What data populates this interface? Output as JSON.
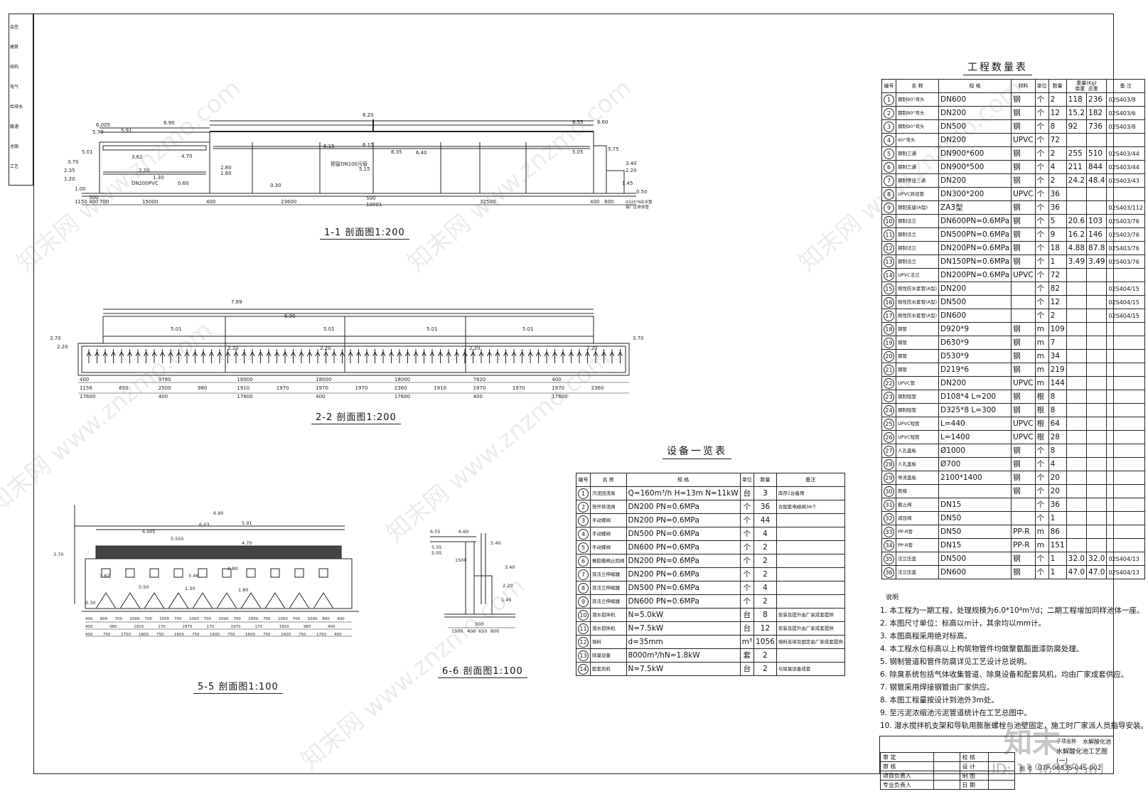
{
  "watermarks": [
    "知末网 www.znzmo.com",
    "知末网 www.znzmo.com",
    "知末网 www.znzmo.com",
    "知末网 www.znzmo.com",
    "知末网 www.znzmo.com",
    "知末网 www.znzmo.com"
  ],
  "brand": {
    "logo": "知末",
    "id_text": "ID: 1196395561"
  },
  "sections": {
    "s11": {
      "label": "1-1 剖面图1:200",
      "elev": [
        "6.20",
        "6.005",
        "5.79",
        "5.91",
        "6.90",
        "6.55",
        "6.60",
        "5.01",
        "4.70",
        "3.62",
        "2.80",
        "2.20",
        "1.80",
        "1.30",
        "0.60",
        "0.30",
        "0.50",
        "5.75",
        "5.05",
        "3.40",
        "2.20",
        "1.45",
        "3.70",
        "2.35",
        "1.20",
        "1.00",
        "6.15",
        "6.35",
        "6.40",
        "6.15",
        "5.15"
      ],
      "dims": [
        "15000",
        "400",
        "23600",
        "500",
        "10001",
        "32500",
        "400",
        "800",
        "1150",
        "400",
        "700",
        "300"
      ],
      "notes": [
        "预留DN100污管",
        "DN200PVC",
        "D325*8出水管",
        "接厂区排放管"
      ]
    },
    "s22": {
      "label": "2-2 剖面图1:200",
      "elev": [
        "7.89",
        "6.90",
        "5.01",
        "5.01",
        "5.01",
        "5.01",
        "2.20",
        "2.20",
        "2.20",
        "2.20",
        "3.70",
        "3.70",
        "2.20"
      ],
      "dims_top": [
        "400",
        "9780",
        "18000",
        "18000",
        "18000",
        "7820",
        "400"
      ],
      "dims_mid": [
        "1156",
        "650",
        "2500",
        "980",
        "1910",
        "1970",
        "1970",
        "1970",
        "2360",
        "1910",
        "1970",
        "1970",
        "1970",
        "2360"
      ],
      "dims_bot": [
        "17600",
        "400",
        "17600",
        "400",
        "17600",
        "400",
        "17600"
      ]
    },
    "s55": {
      "label": "5-5 剖面图1:100",
      "elev": [
        "6.90",
        "6.03",
        "6.005",
        "5.91",
        "5.555",
        "4.70",
        "3.46",
        "2.80",
        "1.80",
        "1.30",
        "0.50",
        "0.30",
        "3.70",
        "3.62"
      ],
      "dims1": [
        "400",
        "800",
        "700",
        "1000",
        "700",
        "1000",
        "700",
        "1000",
        "700",
        "1000",
        "700",
        "1000",
        "700",
        "1000",
        "700",
        "1000",
        "800",
        "400"
      ],
      "dims2": [
        "400",
        "980",
        "1910",
        "170",
        "1970",
        "170",
        "1970",
        "170",
        "1910",
        "980",
        "400"
      ],
      "dims3": [
        "400",
        "750",
        "1750",
        "1600",
        "750",
        "1600",
        "750",
        "1600",
        "750",
        "1600",
        "750",
        "1600",
        "750",
        "1750",
        "400"
      ]
    },
    "s66": {
      "label": "6-6 剖面图1:100",
      "elev": [
        "6.55",
        "6.60",
        "5.55",
        "5.05",
        "5.40",
        "3.40",
        "2.20",
        "1.45",
        "1500"
      ],
      "dims": [
        "1500",
        "400",
        "650",
        "800",
        "300"
      ]
    }
  },
  "equipment": {
    "title": "设备一览表",
    "headers": [
      "编号",
      "名 称",
      "规 格",
      "单位",
      "数量",
      "备注"
    ],
    "rows": [
      [
        "1",
        "污泥回流泵",
        "Q=160m³/h  H=13m  N=11kW",
        "台",
        "3",
        "库存1台备用"
      ],
      [
        "2",
        "快开排泥阀",
        "DN200 PN=0.6MPa",
        "个",
        "36",
        "含配套电磁阀36个"
      ],
      [
        "3",
        "手动蝶阀",
        "DN200 PN=0.6MPa",
        "个",
        "44",
        ""
      ],
      [
        "4",
        "手动蝶阀",
        "DN500 PN=0.6MPa",
        "个",
        "4",
        ""
      ],
      [
        "5",
        "手动蝶阀",
        "DN600 PN=0.6MPa",
        "个",
        "2",
        ""
      ],
      [
        "6",
        "橡胶瓣闸止回阀",
        "DN200 PN=0.6MPa",
        "个",
        "2",
        ""
      ],
      [
        "7",
        "双法兰伸缩器",
        "DN200 PN=0.6MPa",
        "个",
        "2",
        ""
      ],
      [
        "8",
        "双法兰伸缩器",
        "DN500 PN=0.6MPa",
        "个",
        "4",
        ""
      ],
      [
        "9",
        "双法兰伸缩器",
        "DN600 PN=0.6MPa",
        "个",
        "2",
        ""
      ],
      [
        "10",
        "潜水搅拌机",
        "N=5.0kW",
        "台",
        "8",
        "安装及提升由厂家成套提供"
      ],
      [
        "11",
        "潜水搅拌机",
        "N=7.5kW",
        "台",
        "12",
        "安装及提升由厂家成套提供"
      ],
      [
        "12",
        "填料",
        "d=35mm",
        "m³",
        "1056",
        "填料支架及固定由厂家成套提供"
      ],
      [
        "13",
        "除臭设备",
        "8000m³/hN=1.8kW",
        "套",
        "2",
        ""
      ],
      [
        "14",
        "配套风机",
        "N=7.5kW",
        "台",
        "2",
        "与除臭设备成套"
      ]
    ]
  },
  "quantity": {
    "title": "工程数量表",
    "headers": [
      "编号",
      "名 称",
      "规 格",
      "材料",
      "单位",
      "数量",
      "单重",
      "总重",
      "备 注"
    ],
    "weight_hdr": "重量(Kg)",
    "rows": [
      [
        "1",
        "钢制90°弯头",
        "DN600",
        "钢",
        "个",
        "2",
        "118",
        "236",
        "02S403/8"
      ],
      [
        "2",
        "钢制90°弯头",
        "DN200",
        "钢",
        "个",
        "12",
        "15.2",
        "182",
        "02S403/6"
      ],
      [
        "3",
        "钢制90°弯头",
        "DN500",
        "钢",
        "个",
        "8",
        "92",
        "736",
        "02S403/8"
      ],
      [
        "4",
        "60°弯头",
        "DN200",
        "UPVC",
        "个",
        "72",
        "",
        "",
        ""
      ],
      [
        "5",
        "钢制三通",
        "DN900*600",
        "钢",
        "个",
        "2",
        "255",
        "510",
        "02S403/44"
      ],
      [
        "6",
        "钢制三通",
        "DN900*500",
        "钢",
        "个",
        "4",
        "211",
        "844",
        "02S403/44"
      ],
      [
        "7",
        "钢制等径三通",
        "DN200",
        "钢",
        "个",
        "2",
        "24.2",
        "48.4",
        "02S403/43"
      ],
      [
        "8",
        "UPVC异径管",
        "DN300*200",
        "UPVC",
        "个",
        "36",
        "",
        "",
        ""
      ],
      [
        "9",
        "钢制支座(A型)",
        "ZA3型",
        "钢",
        "个",
        "36",
        "",
        "",
        "02S403/112"
      ],
      [
        "10",
        "钢制法兰",
        "DN600PN=0.6MPa",
        "钢",
        "个",
        "5",
        "20.6",
        "103",
        "02S403/76"
      ],
      [
        "11",
        "钢制法兰",
        "DN500PN=0.6MPa",
        "钢",
        "个",
        "9",
        "16.2",
        "146",
        "02S403/76"
      ],
      [
        "12",
        "钢制法兰",
        "DN200PN=0.6MPa",
        "钢",
        "个",
        "18",
        "4.88",
        "87.8",
        "02S403/76"
      ],
      [
        "13",
        "钢制法兰",
        "DN150PN=0.6MPa",
        "钢",
        "个",
        "1",
        "3.49",
        "3.49",
        "02S403/76"
      ],
      [
        "14",
        "UPVC法兰",
        "DN200PN=0.6MPa",
        "UPVC",
        "个",
        "72",
        "",
        "",
        ""
      ],
      [
        "15",
        "刚性防水套管(A型)",
        "DN200",
        "",
        "个",
        "82",
        "",
        "",
        "02S404/15"
      ],
      [
        "16",
        "刚性防水套管(A型)",
        "DN500",
        "",
        "个",
        "12",
        "",
        "",
        "02S404/15"
      ],
      [
        "17",
        "刚性防水套管(A型)",
        "DN600",
        "",
        "个",
        "2",
        "",
        "",
        "02S404/15"
      ],
      [
        "18",
        "钢管",
        "D920*9",
        "钢",
        "m",
        "109",
        "",
        "",
        ""
      ],
      [
        "19",
        "钢管",
        "D630*9",
        "钢",
        "m",
        "7",
        "",
        "",
        ""
      ],
      [
        "20",
        "钢管",
        "D530*9",
        "钢",
        "m",
        "34",
        "",
        "",
        ""
      ],
      [
        "21",
        "钢管",
        "D219*6",
        "钢",
        "m",
        "219",
        "",
        "",
        ""
      ],
      [
        "22",
        "UPVC管",
        "DN200",
        "UPVC",
        "m",
        "144",
        "",
        "",
        ""
      ],
      [
        "23",
        "钢制短管",
        "D108*4  L=200",
        "钢",
        "根",
        "8",
        "",
        "",
        ""
      ],
      [
        "24",
        "钢制短管",
        "D325*8  L=300",
        "钢",
        "根",
        "8",
        "",
        "",
        ""
      ],
      [
        "25",
        "UPVC短管",
        "L=440",
        "UPVC",
        "根",
        "64",
        "",
        "",
        ""
      ],
      [
        "26",
        "UPVC短管",
        "L=1400",
        "UPVC",
        "根",
        "28",
        "",
        "",
        ""
      ],
      [
        "27",
        "人孔盖板",
        "Ø1000",
        "钢",
        "个",
        "8",
        "",
        "",
        ""
      ],
      [
        "28",
        "人孔盖板",
        "Ø700",
        "钢",
        "个",
        "4",
        "",
        "",
        ""
      ],
      [
        "29",
        "导流盖板",
        "2100*1400",
        "钢",
        "个",
        "20",
        "",
        "",
        ""
      ],
      [
        "30",
        "爬梯",
        "",
        "钢",
        "个",
        "20",
        "",
        "",
        ""
      ],
      [
        "31",
        "截止阀",
        "DN15",
        "",
        "个",
        "36",
        "",
        "",
        ""
      ],
      [
        "32",
        "减压阀",
        "DN50",
        "",
        "个",
        "1",
        "",
        "",
        ""
      ],
      [
        "33",
        "PP-R管",
        "DN50",
        "PP-R",
        "m",
        "86",
        "",
        "",
        ""
      ],
      [
        "34",
        "PP-R管",
        "DN15",
        "PP-R",
        "m",
        "151",
        "",
        "",
        ""
      ],
      [
        "35",
        "法兰压盖",
        "DN500",
        "钢",
        "个",
        "1",
        "32.0",
        "32.0",
        "02S404/13"
      ],
      [
        "36",
        "法兰压盖",
        "DN600",
        "钢",
        "个",
        "1",
        "47.0",
        "47.0",
        "02S404/13"
      ]
    ]
  },
  "notes": {
    "title": "说明",
    "items": [
      "1. 本工程为一期工程，处理规模为6.0*10⁴m³/d；二期工程增加同样池体一座。",
      "2. 本图尺寸单位：标高以m计，其余均以mm计。",
      "3. 本图高程采用绝对标高。",
      "4. 本工程水位标高以上构筑物管件均做聚氨酯面漆防腐处理。",
      "5. 钢制管道和管件防腐详见工艺设计总说明。",
      "6. 除臭系统包括气体收集管道、除臭设备和配套风机，均由厂家成套供应。",
      "7. 钢管采用焊接钢管由厂家供应。",
      "8. 本图工程量按设计到池外3m处。",
      "9. 至污泥浓缩池污泥管道统计在工艺总图中。",
      "10. 潜水搅拌机支架和导轨用膨胀螺栓与池壁固定，施工时厂家派人员指导安装。"
    ]
  },
  "title_block": {
    "project": "水解酸化池",
    "drawing_title": "水解酸化池工艺图(一)",
    "drawing_no": "07P-0683S-04S-002",
    "rows": [
      [
        "审 定",
        "",
        "校 核",
        ""
      ],
      [
        "审 核",
        "",
        "设 计",
        ""
      ],
      [
        "项目负责人",
        "",
        "制 图",
        ""
      ],
      [
        "专业负责人",
        "",
        "日 期",
        ""
      ]
    ],
    "labels": [
      "子项名称",
      "图 号"
    ]
  },
  "left_strip": [
    "会签",
    "建筑",
    "结构",
    "电气",
    "给排水",
    "暖通",
    "总图",
    "工艺"
  ]
}
